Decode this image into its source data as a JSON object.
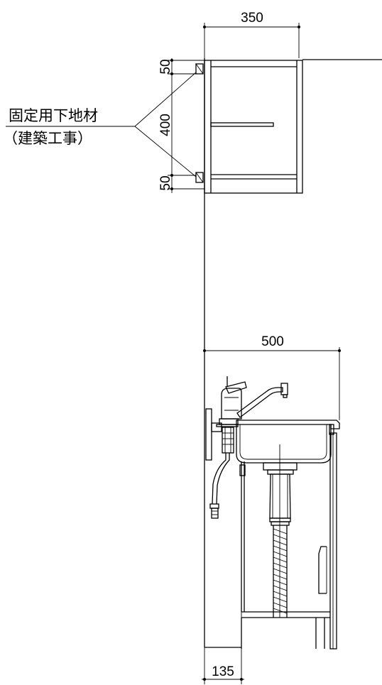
{
  "dimensions": {
    "upper_width": "350",
    "upper_top_offset": "50",
    "upper_height": "400",
    "upper_bottom_offset": "50",
    "lower_width": "500",
    "bottom_offset": "135"
  },
  "annotation": {
    "line1": "固定用下地材",
    "line2": "（建築工事）"
  }
}
